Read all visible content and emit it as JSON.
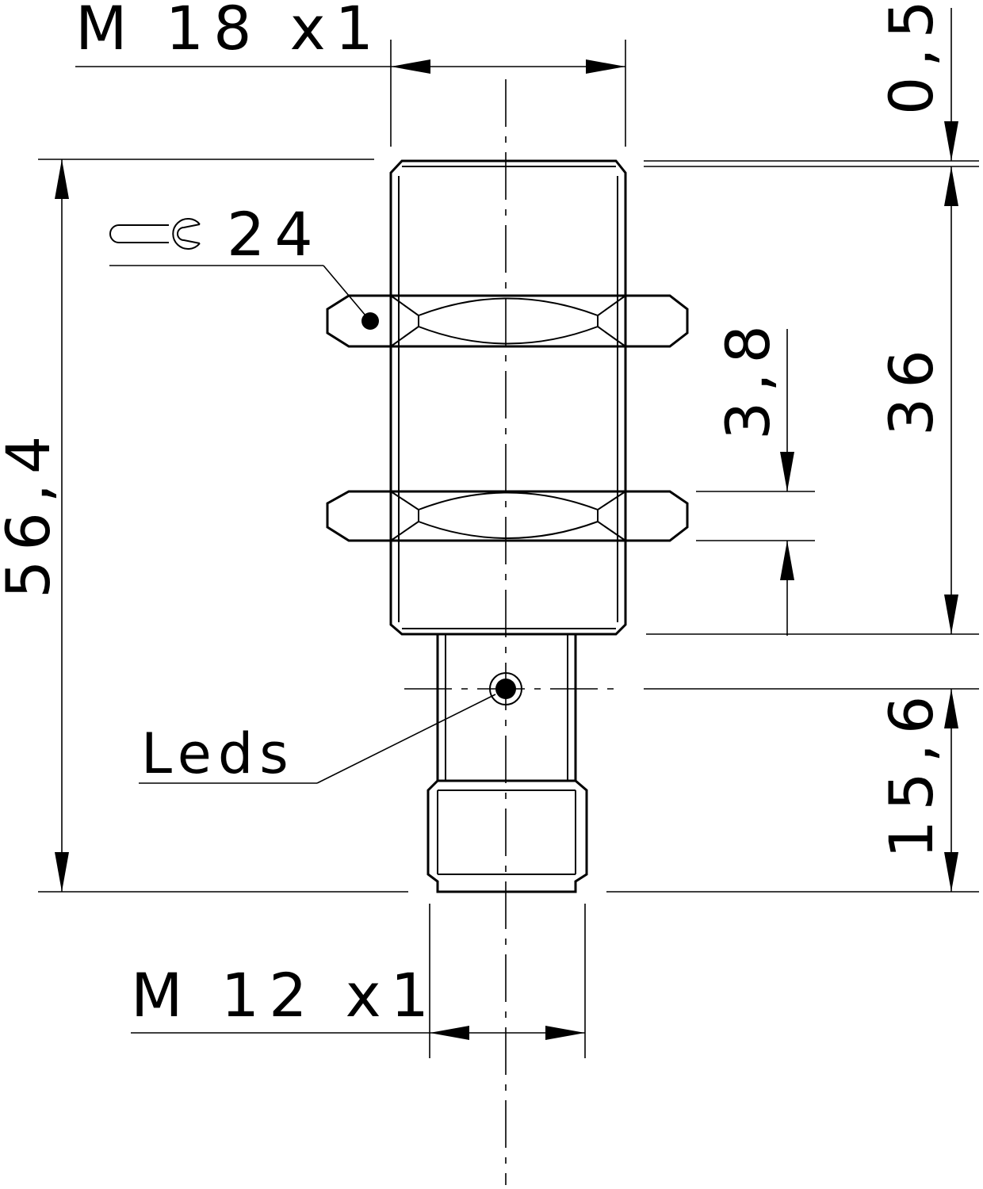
{
  "dimensions": {
    "thread_top": "M 18 x1",
    "thread_bottom": "M 12 x1",
    "total_length": "56,4",
    "body_length": "36",
    "connector_length": "15,6",
    "nut_thickness": "3,8",
    "face_offset": "0,5",
    "wrench_size": "24"
  },
  "labels": {
    "leds": "Leds"
  },
  "icons": {
    "wrench": "wrench-icon"
  }
}
